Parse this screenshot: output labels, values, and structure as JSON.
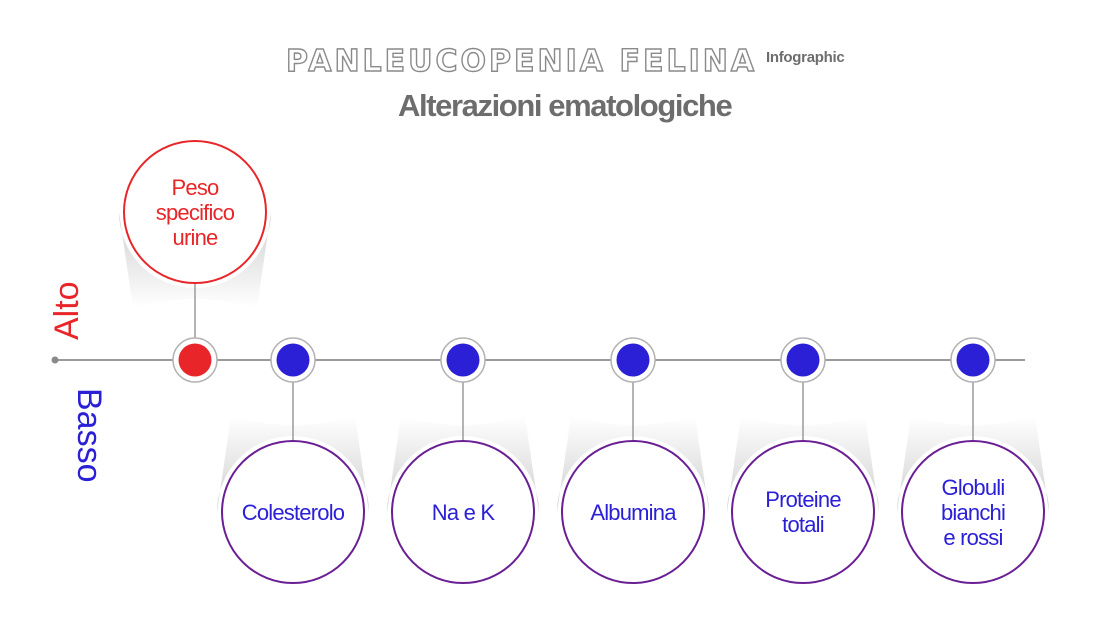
{
  "header": {
    "title": "PANLEUCOPENIA FELINA",
    "tag": "Infographic",
    "subtitle": "Alterazioni ematologiche"
  },
  "axis": {
    "high_label": "Alto",
    "low_label": "Basso"
  },
  "colors": {
    "high": "#e8262a",
    "low": "#2b20d6",
    "low_border": "#6a1f94",
    "line": "#9a9a9a",
    "shadow": "#c9c9c9",
    "title": "#6d6d6d"
  },
  "items": [
    {
      "label": "Peso\nspecifico\nurine",
      "level": "high"
    },
    {
      "label": "Colesterolo",
      "level": "low"
    },
    {
      "label": "Na e K",
      "level": "low"
    },
    {
      "label": "Albumina",
      "level": "low"
    },
    {
      "label": "Proteine\ntotali",
      "level": "low"
    },
    {
      "label": "Globuli\nbianchi\ne rossi",
      "level": "low"
    }
  ]
}
